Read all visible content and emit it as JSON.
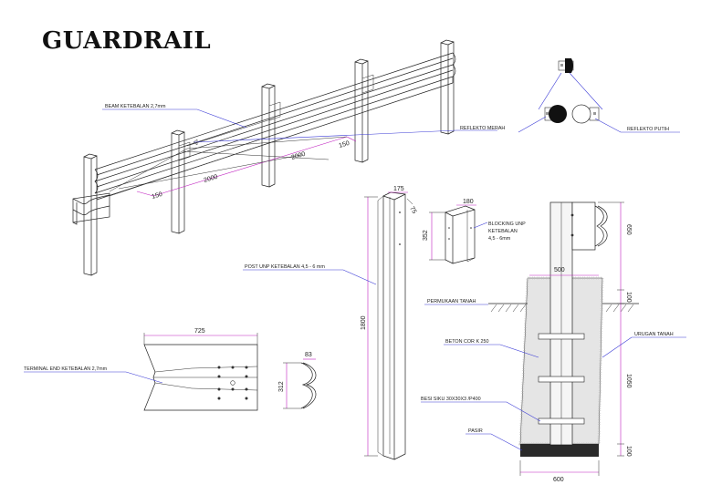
{
  "title": "GUARDRAIL",
  "labels": {
    "beam": "BEAM KETEBALAN 2,7mm",
    "reflekto_merah": "REFLEKTO MERAH",
    "reflekto_putih": "REFLEKTO PUTIH",
    "post": "POST UNP KETEBALAN 4,5 - 6 mm",
    "blocking_1": "BLOCKING UNP",
    "blocking_2": "KETEBALAN",
    "blocking_3": "4,5 - 6mm",
    "terminal": "TERMINAL END KETEBALAN 2,7mm",
    "permukaan": "PERMUKAAN TANAH",
    "beton": "BETON  COR K 250",
    "urugan": "URUGAN  TANAH",
    "besi": "BESI SIKU 30X30X3 /P400",
    "pasir": "PASIR"
  },
  "dimensions": {
    "d150a": "150",
    "d2000a": "2000",
    "d2000b": "2000",
    "d150b": "150",
    "d175": "175",
    "d75": "75",
    "d1800": "1800",
    "d180": "180",
    "d352": "352",
    "d725": "725",
    "d83": "83",
    "d312": "312",
    "d500": "500",
    "d600": "600",
    "d650": "650",
    "d100a": "100",
    "d1050": "1050",
    "d100b": "100"
  }
}
